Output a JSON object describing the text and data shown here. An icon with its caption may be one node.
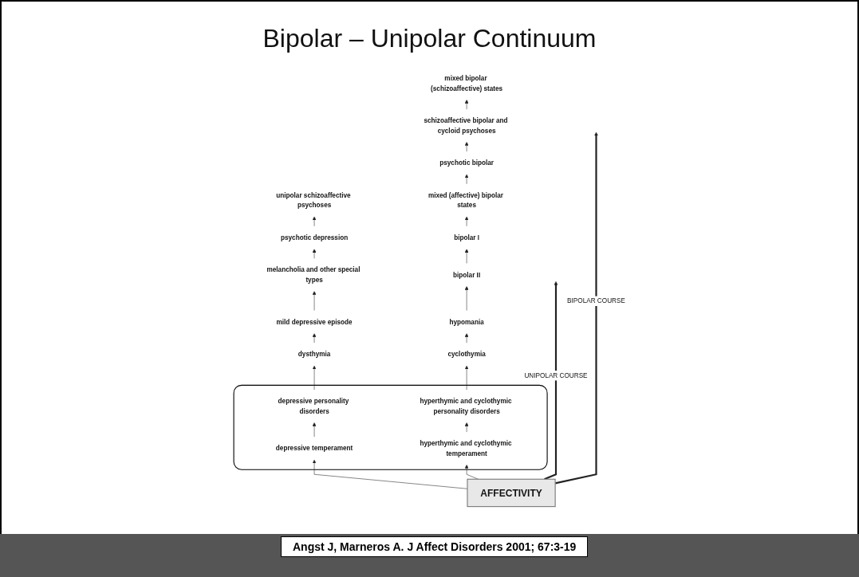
{
  "diagram": {
    "title": "Bipolar – Unipolar Continuum",
    "nodes": [
      {
        "text": [
          "mixed bipolar (schizoaffective) states"
        ]
      },
      {
        "text": [
          "unipolar schizoaffective psychoses"
        ]
      },
      {
        "text": [
          "schizoaffective bipolar and cycloid psychoses"
        ]
      },
      {
        "text": [
          "psychotic depression"
        ]
      },
      {
        "text": [
          "psychotic bipolar"
        ]
      },
      {
        "text": [
          "melancholia and other special types"
        ]
      },
      {
        "text": [
          "mixed (affective) bipolar states"
        ]
      },
      {
        "text": [
          "bipolar I"
        ]
      },
      {
        "text": [
          "mild depressive episode"
        ]
      },
      {
        "text": [
          "bipolar II"
        ]
      },
      {
        "text": [
          "hypomania"
        ]
      },
      {
        "text": [
          "dysthymia"
        ]
      },
      {
        "text": [
          "cyclothymia"
        ]
      },
      {
        "text": [],
        "shape": "box"
      },
      {
        "text": [
          "hyperthymic and cyclothymic personality disorders"
        ],
        "in": 13
      },
      {
        "text": [
          "depressive personality disorders"
        ],
        "in": 13
      },
      {
        "text": [
          "hyperthymic and cyclothymic temperament"
        ],
        "in": 13
      },
      {
        "text": [
          "depressive temperament"
        ],
        "in": 13
      },
      {
        "text": [
          "AFFECTIVITY"
        ]
      }
    ],
    "edges": [
      {
        "from": 18,
        "to": 16,
        "arrow": "to"
      },
      {
        "from": 16,
        "to": 14,
        "arrow": "to"
      },
      {
        "from": 14,
        "to": 12,
        "arrow": "to"
      },
      {
        "from": 12,
        "to": 10,
        "arrow": "to"
      },
      {
        "from": 10,
        "to": 9,
        "arrow": "to"
      },
      {
        "from": 9,
        "to": 7,
        "arrow": "to"
      },
      {
        "from": 7,
        "to": 6,
        "arrow": "to"
      },
      {
        "from": 6,
        "to": 4,
        "arrow": "to"
      },
      {
        "from": 4,
        "to": 2,
        "arrow": "to"
      },
      {
        "from": 2,
        "to": 0,
        "arrow": "to"
      },
      {
        "from": 18,
        "to": null,
        "arrow": "to",
        "label": "BIPOLAR COURSE",
        "style": "thick"
      },
      {
        "from": 18,
        "to": null,
        "arrow": "to",
        "label": "UNIPOLAR COURSE",
        "style": "thick"
      },
      {
        "from": 18,
        "to": 17,
        "arrow": "to"
      },
      {
        "from": 17,
        "to": 15,
        "arrow": "to"
      },
      {
        "from": 15,
        "to": 11,
        "arrow": "to"
      },
      {
        "from": 11,
        "to": 8,
        "arrow": "to"
      },
      {
        "from": 8,
        "to": 5,
        "arrow": "to"
      },
      {
        "from": 5,
        "to": 3,
        "arrow": "to"
      },
      {
        "from": 3,
        "to": 1,
        "arrow": "to"
      }
    ],
    "labels": [
      "Angst J, Marneros A. J Affect Disorders 2001; 67:3-19"
    ]
  }
}
